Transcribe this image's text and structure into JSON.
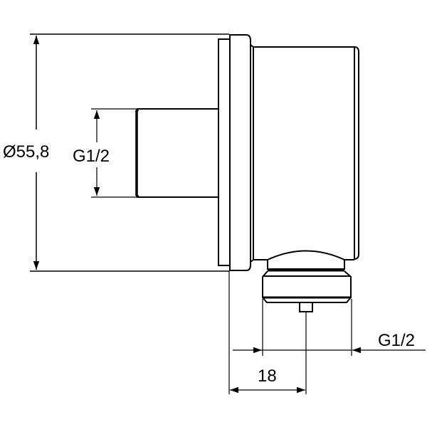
{
  "drawing": {
    "type": "technical-drawing",
    "subject": "wall outlet elbow side view",
    "line_color": "#000000",
    "background": "#ffffff"
  },
  "dimensions": {
    "overall_diameter": {
      "label": "Ø55,8",
      "orientation": "vertical"
    },
    "inlet_thread": {
      "label": "G1/2",
      "orientation": "vertical"
    },
    "outlet_thread": {
      "label": "G1/2",
      "orientation": "horizontal"
    },
    "offset": {
      "label": "18",
      "orientation": "horizontal"
    }
  }
}
